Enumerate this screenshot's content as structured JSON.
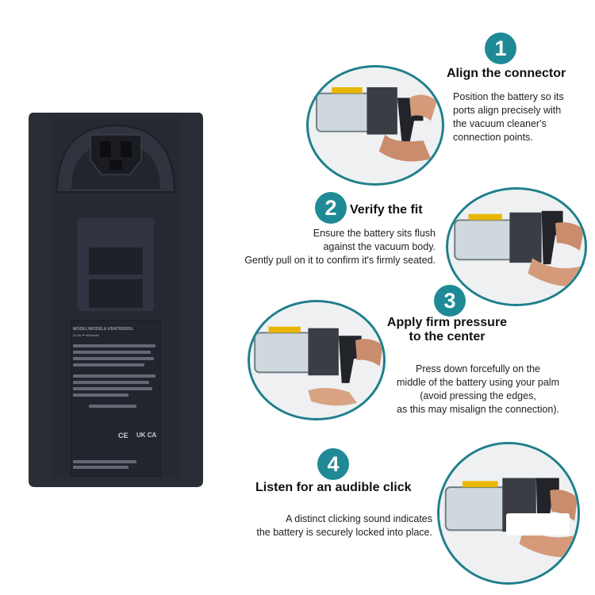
{
  "steps": [
    {
      "number": "1",
      "heading": "Align the connector",
      "lines": [
        "Position the battery so its",
        "ports align precisely with",
        "the vacuum cleaner's",
        "connection points."
      ]
    },
    {
      "number": "2",
      "heading": "Verify the fit",
      "lines": [
        "Ensure the battery sits flush",
        "against the vacuum body.",
        "Gently pull on it to confirm it's firmly seated."
      ]
    },
    {
      "number": "3",
      "heading_lines": [
        "Apply firm pressure",
        "to the center"
      ],
      "lines": [
        "Press down forcefully on the",
        "middle of the battery using your palm",
        "(avoid pressing the edges,",
        "as this may misalign the connection)."
      ]
    },
    {
      "number": "4",
      "heading": "Listen for an audible click",
      "lines": [
        "A distinct clicking sound indicates",
        "the battery is securely locked into place."
      ]
    }
  ],
  "battery_label": {
    "model": "MODEL/MODÈLE:KBATR5005L",
    "spec": "21.6V ⎓ 4000mAh"
  },
  "battery_marks": {
    "ce": "CE",
    "ukca": "UK CA"
  },
  "colors": {
    "accent": "#1f8a96",
    "battery_body": "#2a2d36",
    "text": "#1a1a1a"
  },
  "icons": [
    "battery-pack-image",
    "vacuum-photo-icon",
    "hand-icon"
  ]
}
